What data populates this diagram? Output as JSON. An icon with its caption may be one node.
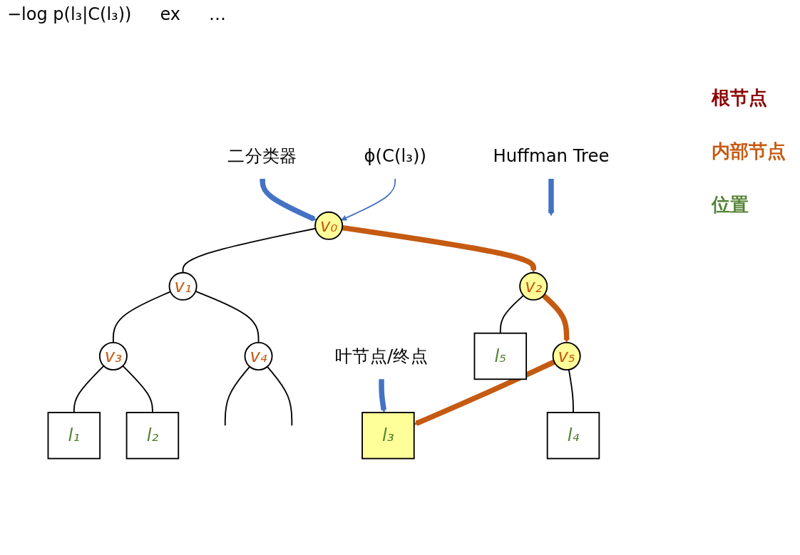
{
  "diagram": {
    "nodes": [
      {
        "text": [
          "ϕ(C(l₃))"
        ]
      },
      {
        "text": [
          "Huffman Tree"
        ]
      },
      {
        "text": [
          "v₀"
        ]
      },
      {
        "text": [
          "二分类器"
        ]
      },
      {
        "text": [
          "v₁"
        ]
      },
      {
        "text": [
          "v₂"
        ]
      },
      {
        "text": [
          "v₃"
        ]
      },
      {
        "text": [
          "v₄"
        ]
      },
      {
        "text": [
          "v₅"
        ]
      },
      {
        "text": [
          "l₅"
        ]
      },
      {
        "text": [
          "l₁"
        ]
      },
      {
        "text": [
          "l₂"
        ]
      },
      {
        "text": [
          "l₃"
        ]
      },
      {
        "text": [
          "l₄"
        ]
      },
      {
        "text": [
          "叶节点/终点"
        ]
      }
    ],
    "edges": [
      {
        "from": 0,
        "to": 2,
        "arrow": "to",
        "color": "#4472c4"
      },
      {
        "from": 1,
        "to": null,
        "arrow": "to",
        "style": "thick",
        "color": "#4472c4"
      },
      {
        "from": 3,
        "to": 2,
        "arrow": "to",
        "style": "thick",
        "color": "#4472c4"
      },
      {
        "from": 2,
        "to": 4,
        "arrow": "none"
      },
      {
        "from": 2,
        "to": 5,
        "arrow": "to",
        "style": "thick",
        "color": "#c55a11"
      },
      {
        "from": 4,
        "to": 6,
        "arrow": "none"
      },
      {
        "from": 4,
        "to": 7,
        "arrow": "none"
      },
      {
        "from": 5,
        "to": 8,
        "arrow": "to",
        "style": "thick",
        "color": "#c55a11"
      },
      {
        "from": 5,
        "to": 9,
        "arrow": "none"
      },
      {
        "from": 6,
        "to": 10,
        "arrow": "none"
      },
      {
        "from": 6,
        "to": 11,
        "arrow": "none"
      },
      {
        "from": 7,
        "to": null,
        "arrow": "none"
      },
      {
        "from": 7,
        "to": null,
        "arrow": "none"
      },
      {
        "from": 8,
        "to": 12,
        "arrow": "to",
        "style": "thick",
        "color": "#c55a11"
      },
      {
        "from": 8,
        "to": 13,
        "arrow": "none"
      },
      {
        "from": 14,
        "to": 12,
        "arrow": "to",
        "style": "thick",
        "color": "#4472c4"
      }
    ],
    "labels": [
      "−log p(l₃|C(l₃))",
      "ex",
      "根节点",
      "内部节点",
      "…",
      "位置"
    ]
  }
}
